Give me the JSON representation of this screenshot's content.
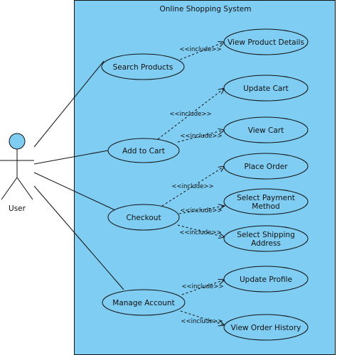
{
  "system": {
    "title": "Online Shopping System"
  },
  "actor": {
    "label": "User"
  },
  "include_label": "<<include>>",
  "use_cases": {
    "search": "Search Products",
    "view_details": "View Product Details",
    "add_cart": "Add to Cart",
    "update_cart": "Update Cart",
    "view_cart": "View Cart",
    "checkout": "Checkout",
    "place_order": "Place Order",
    "payment": [
      "Select Payment",
      "Method"
    ],
    "shipping": [
      "Select Shipping",
      "Address"
    ],
    "manage": "Manage Account",
    "update_profile": "Update Profile",
    "order_history": "View Order History"
  },
  "colors": {
    "system_fill": "#7fcdf2",
    "actor_fill": "#7fcdf2",
    "use_case_fill": "#7fcdf2",
    "line": "#111111"
  }
}
